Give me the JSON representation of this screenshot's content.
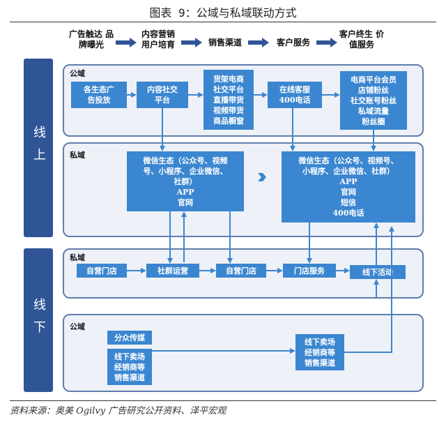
{
  "title": "图表 9：公域与私域联动方式",
  "source": "资料来源：奥美 Ogilvy 广告研究公开资料、泽平宏观",
  "stages": [
    "广告触达\n品牌曝光",
    "内容营销\n用户培育",
    "销售渠道",
    "客户服务",
    "客户终生\n价值服务"
  ],
  "side_labels": {
    "online": "线上",
    "offline": "线下"
  },
  "panels": {
    "online_public": "公域",
    "online_private": "私域",
    "offline_private": "私域",
    "offline_public": "公域"
  },
  "boxes": {
    "ecosystem_ads": "各生态广\n告投放",
    "content_social": "内容社交\n平台",
    "shelf_ecom": "货架电商\n社交平台\n直播带货\n视频带货\n商品橱窗",
    "online_cs": "在线客服\n400电话",
    "ecom_members": "电商平台会员\n店铺粉丝\n社交账号粉丝\n私域流量\n粉丝圈",
    "wechat_left": "微信生态（公众号、视频\n号、小程序、企业微信、\n社群）\nAPP\n官网",
    "wechat_right": "微信生态（公众号、视频号、\n小程序、企业微信、社群）\nAPP\n官网\n短信\n400电话",
    "own_store_1": "自营门店",
    "community_ops": "社群运营",
    "own_store_2": "自营门店",
    "store_service": "门店服务",
    "offline_events": "线下活动",
    "mass_media": "分众传媒",
    "offline_channels_left": "线下卖场\n经销商等\n销售渠道",
    "offline_channels_right": "线下卖场\n经销商等\n销售渠道"
  }
}
